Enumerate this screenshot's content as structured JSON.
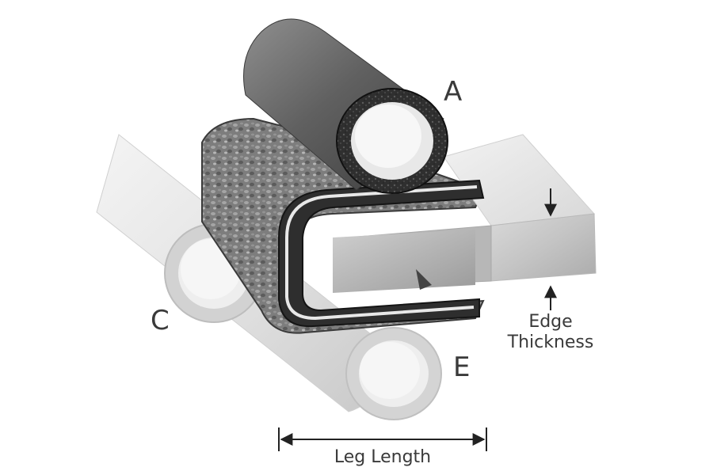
{
  "labels": {
    "a": "A",
    "c": "C",
    "e": "E",
    "edge_line1": "Edge",
    "edge_line2": "Thickness",
    "leg_length": "Leg Length"
  }
}
